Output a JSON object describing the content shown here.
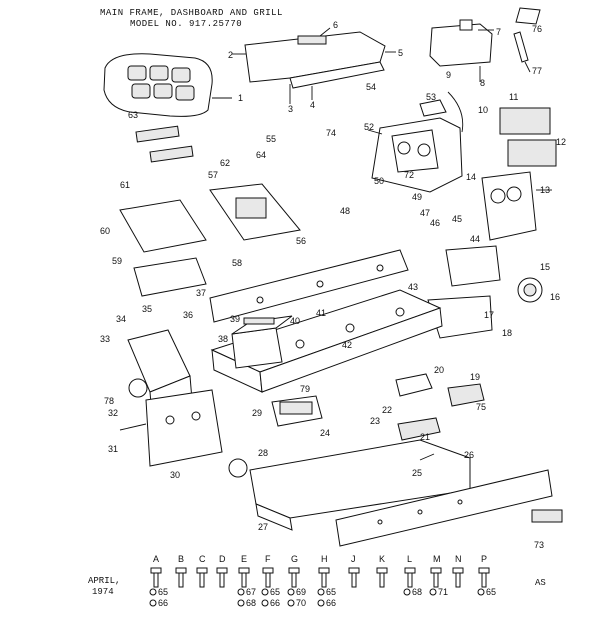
{
  "header": {
    "title": "MAIN FRAME, DASHBOARD AND GRILL",
    "model": "MODEL NO. 917.25770"
  },
  "footer": {
    "date_month": "APRIL,",
    "date_year": "1974",
    "code": "AS"
  },
  "callouts": [
    "1",
    "2",
    "3",
    "4",
    "5",
    "6",
    "7",
    "8",
    "9",
    "10",
    "11",
    "12",
    "13",
    "14",
    "15",
    "16",
    "17",
    "18",
    "19",
    "20",
    "21",
    "22",
    "23",
    "24",
    "25",
    "26",
    "27",
    "28",
    "29",
    "30",
    "31",
    "32",
    "33",
    "34",
    "35",
    "36",
    "37",
    "38",
    "39",
    "40",
    "41",
    "42",
    "43",
    "44",
    "45",
    "46",
    "47",
    "48",
    "49",
    "50",
    "52",
    "53",
    "54",
    "55",
    "56",
    "57",
    "58",
    "59",
    "60",
    "61",
    "62",
    "63",
    "64",
    "65",
    "66",
    "67",
    "68",
    "69",
    "70",
    "71",
    "72",
    "73",
    "74",
    "75",
    "76",
    "77",
    "78",
    "79"
  ],
  "letters": [
    "A",
    "B",
    "C",
    "D",
    "E",
    "F",
    "G",
    "H",
    "J",
    "K",
    "L",
    "M",
    "N",
    "P"
  ],
  "hardware_legend": [
    {
      "letter": "A",
      "refs": [
        "65",
        "66"
      ]
    },
    {
      "letter": "B",
      "refs": []
    },
    {
      "letter": "C",
      "refs": []
    },
    {
      "letter": "D",
      "refs": []
    },
    {
      "letter": "E",
      "refs": [
        "67",
        "68"
      ]
    },
    {
      "letter": "F",
      "refs": [
        "65",
        "66"
      ]
    },
    {
      "letter": "G",
      "refs": [
        "69",
        "70"
      ]
    },
    {
      "letter": "H",
      "refs": [
        "65",
        "66"
      ]
    },
    {
      "letter": "J",
      "refs": []
    },
    {
      "letter": "K",
      "refs": []
    },
    {
      "letter": "L",
      "refs": [
        "68"
      ]
    },
    {
      "letter": "M",
      "refs": [
        "71"
      ]
    },
    {
      "letter": "N",
      "refs": []
    },
    {
      "letter": "P",
      "refs": [
        "65"
      ]
    }
  ]
}
